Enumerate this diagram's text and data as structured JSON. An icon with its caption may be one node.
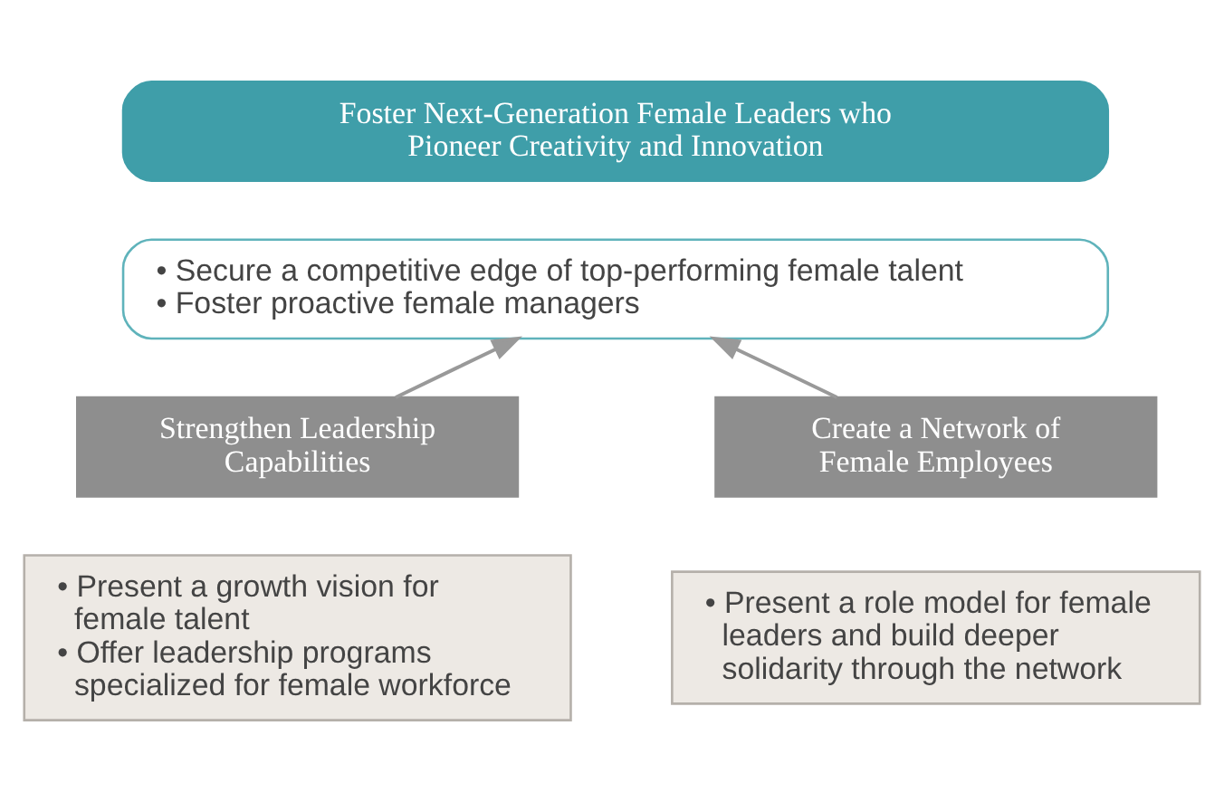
{
  "diagram": {
    "nodes": [
      {
        "text": [
          "Foster Next-Generation Female Leaders who Pioneer Creativity and Innovation"
        ]
      },
      {
        "text": [
          "• Secure a competitive edge of top-performing female talent",
          "• Foster proactive female managers"
        ]
      },
      {
        "text": [
          "Strengthen Leadership Capabilities"
        ]
      },
      {
        "text": [
          "• Present a growth vision for female talent",
          "• Offer leadership programs specialized for female workforce"
        ]
      },
      {
        "text": [
          "Create a Network of Female Employees"
        ]
      },
      {
        "text": [
          "• Present a role model for female leaders and build deeper solidarity through the network"
        ]
      }
    ],
    "edges": [
      {
        "from": 2,
        "to": 1,
        "arrow": "to"
      },
      {
        "from": 4,
        "to": 1,
        "arrow": "to"
      }
    ]
  }
}
